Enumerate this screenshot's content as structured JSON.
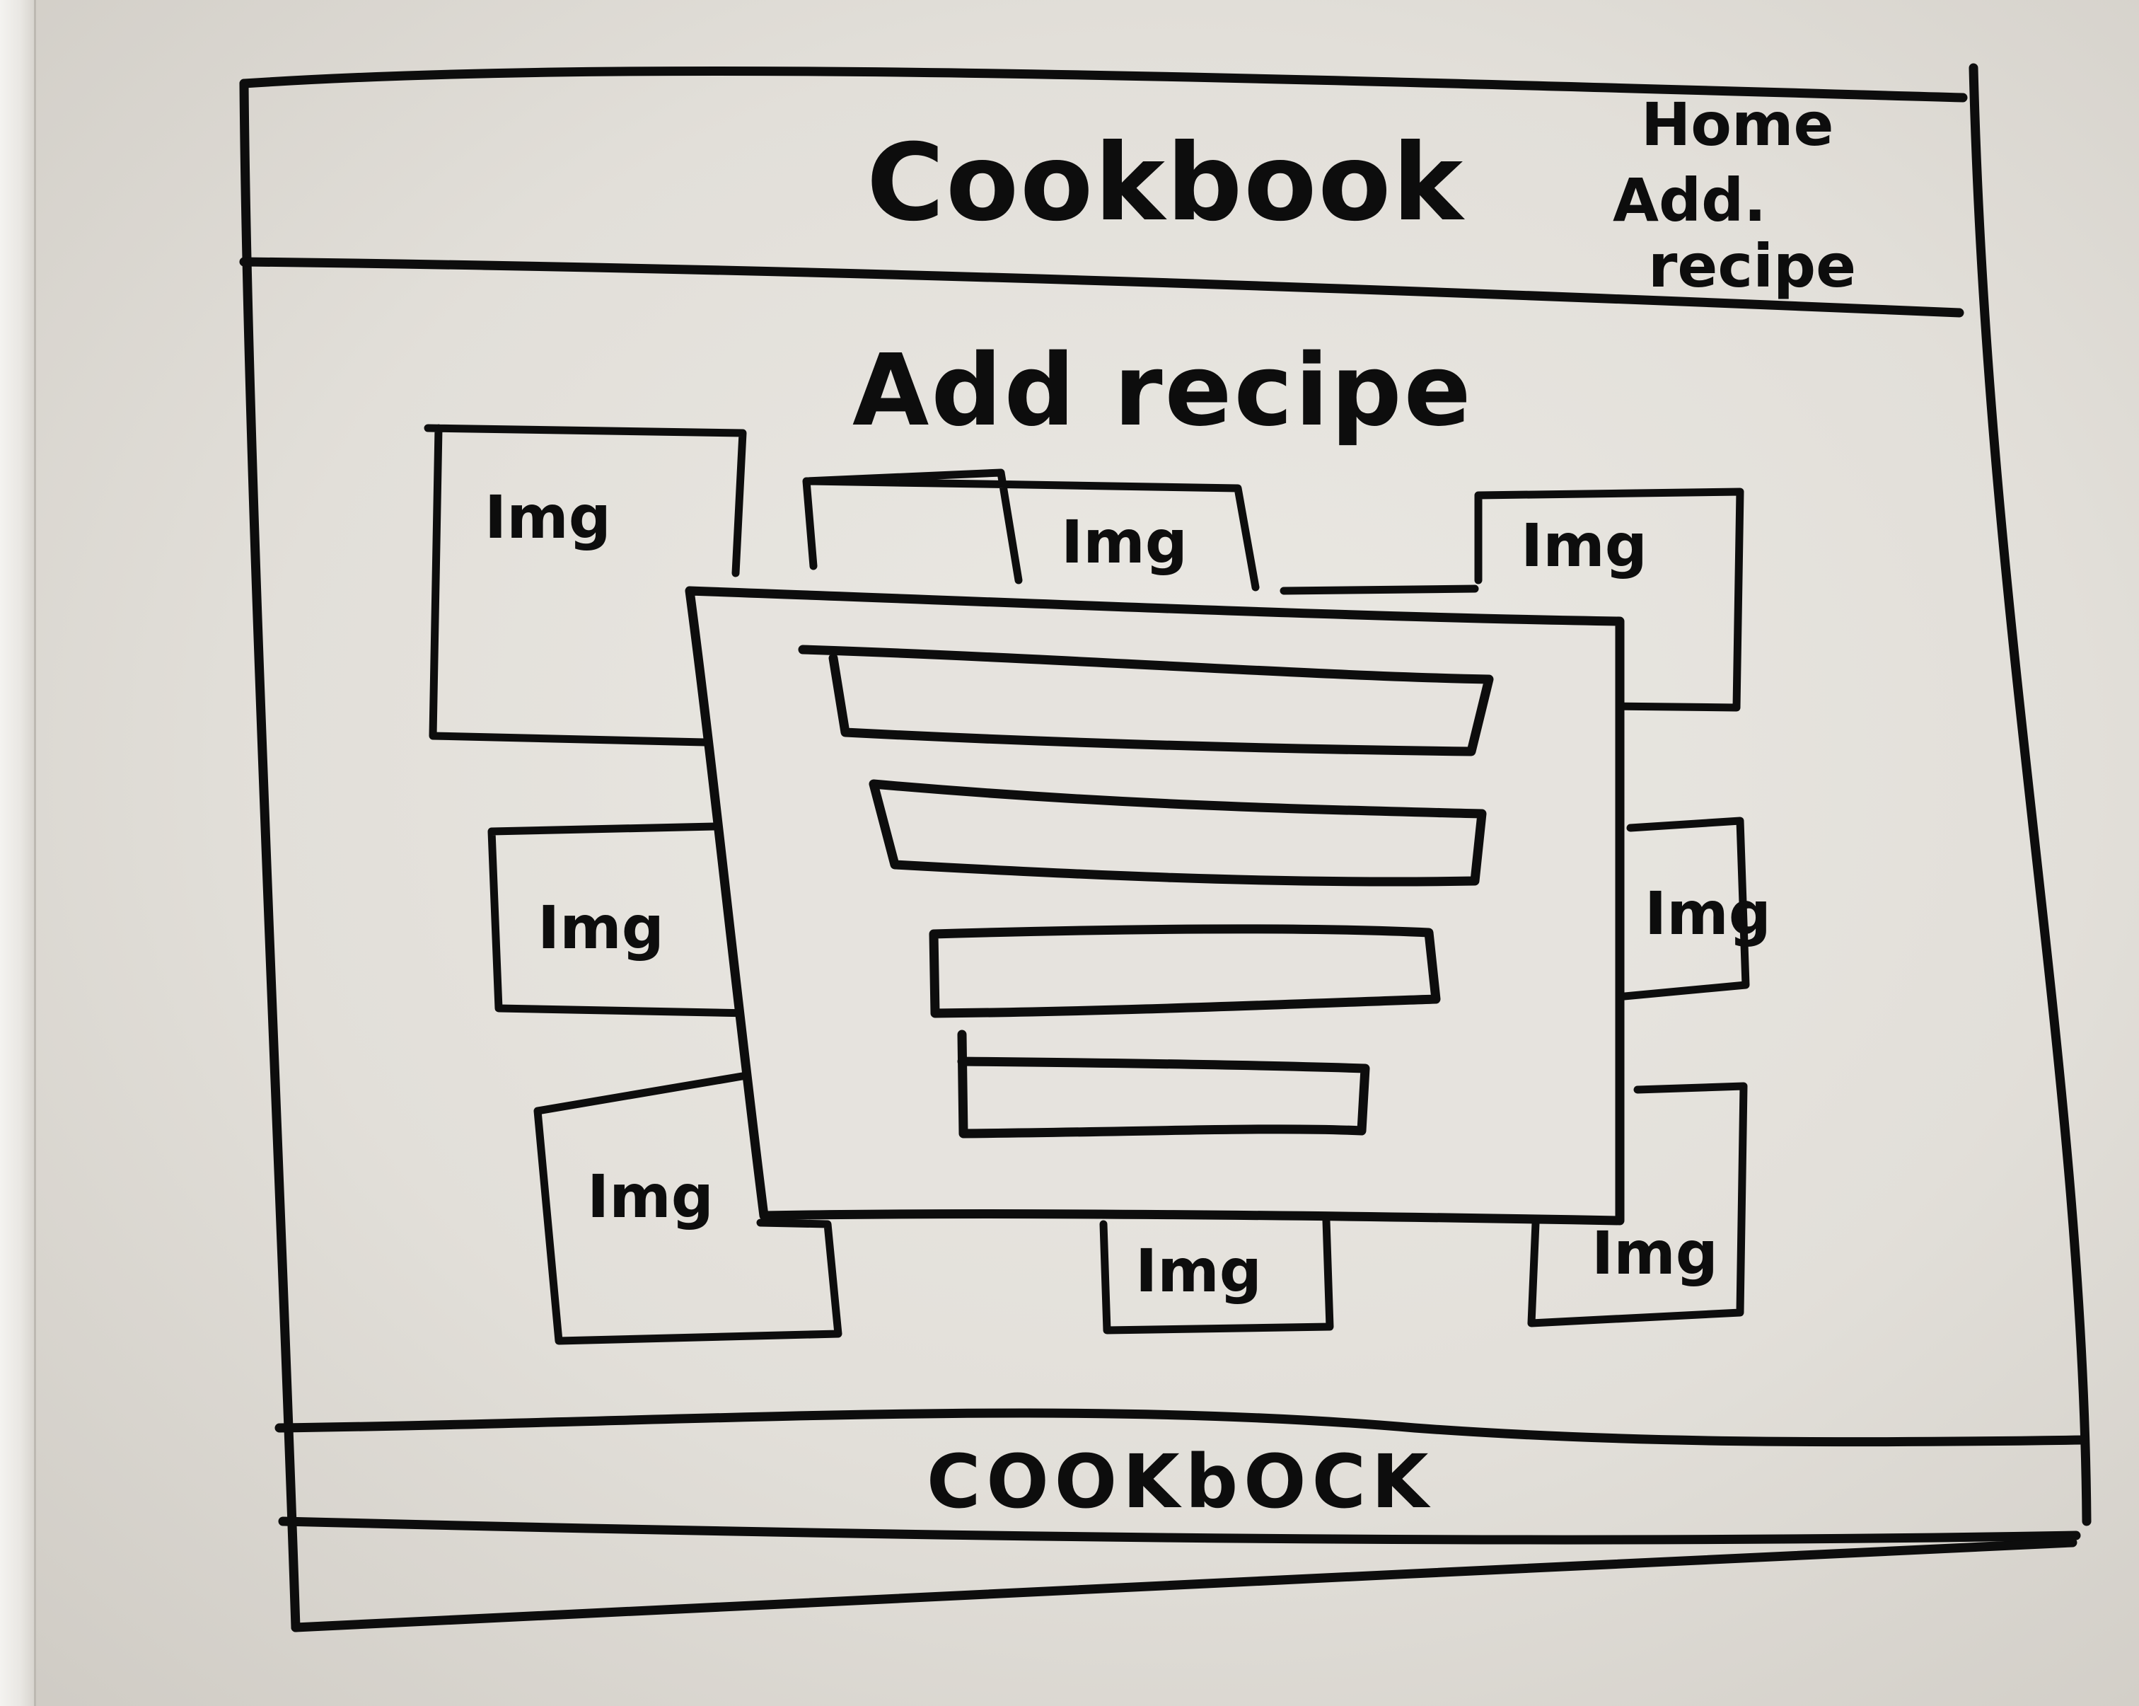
{
  "header": {
    "title": "Cookbook",
    "nav": {
      "home": "Home",
      "add_recipe_line1": "Add.",
      "add_recipe_line2": "recipe"
    }
  },
  "main": {
    "heading": "Add recipe",
    "image_placeholder": "Img",
    "form": {
      "field_count": 4
    }
  },
  "footer": {
    "text": "COOKbOCK"
  }
}
